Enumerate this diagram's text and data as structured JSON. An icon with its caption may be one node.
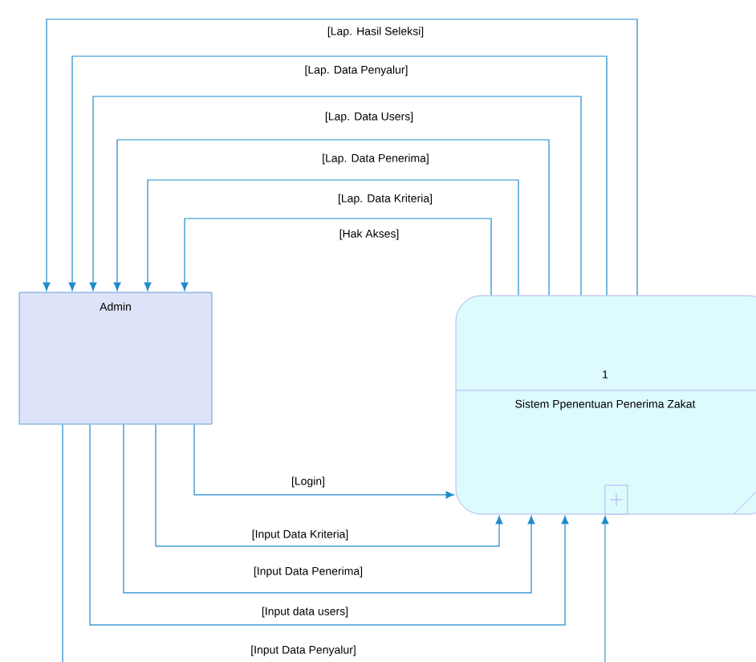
{
  "diagram": {
    "nodes": [
      {
        "text": [
          "Admin"
        ]
      },
      {
        "text": [
          "1",
          "Sistem Ppenentuan Penerima Zakat"
        ]
      }
    ],
    "edges": [
      {
        "from": 1,
        "to": 0,
        "arrow": "to",
        "label": "[Lap. Hasil Seleksi]"
      },
      {
        "from": 1,
        "to": 0,
        "arrow": "to",
        "label": "[Lap. Data Penyalur]"
      },
      {
        "from": 1,
        "to": 0,
        "arrow": "to",
        "label": "[Lap. Data Users]"
      },
      {
        "from": 1,
        "to": 0,
        "arrow": "to",
        "label": "[Lap. Data Penerima]"
      },
      {
        "from": 1,
        "to": 0,
        "arrow": "to",
        "label": "[Lap. Data Kriteria]"
      },
      {
        "from": 1,
        "to": 0,
        "arrow": "to",
        "label": "[Hak Akses]"
      },
      {
        "from": 0,
        "to": 1,
        "arrow": "to",
        "label": "[Login]"
      },
      {
        "from": 0,
        "to": 1,
        "arrow": "to",
        "label": "[Input Data Kriteria]"
      },
      {
        "from": 0,
        "to": 1,
        "arrow": "to",
        "label": "[Input Data Penerima]"
      },
      {
        "from": 0,
        "to": 1,
        "arrow": "to",
        "label": "[Input data users]"
      },
      {
        "from": 0,
        "to": 1,
        "arrow": "to",
        "label": "[Input Data Penyalur]"
      }
    ]
  }
}
